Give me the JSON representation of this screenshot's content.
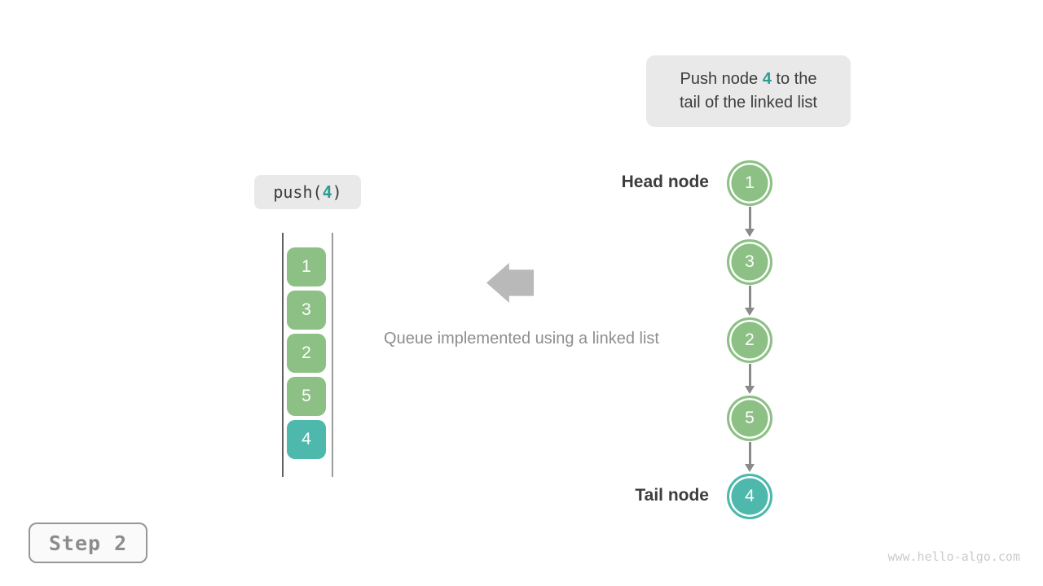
{
  "colors": {
    "green": "#8CC084",
    "teal": "#4DB8AB",
    "accent_text": "#2E9D90",
    "dark_text": "#3C3C3C",
    "caption_gray": "#8E8E8E",
    "block_arrow": "#B9B9B9",
    "connector": "#8A8A8A",
    "badge_bg": "#E9E9E9",
    "wall_left": "#5F5F5F",
    "wall_right": "#9B9B9B",
    "step_border": "#969696",
    "step_text": "#8C8C8C",
    "step_bg": "#FAFAFA",
    "watermark_gray": "#CBCBCB"
  },
  "annotation": {
    "prefix": "Push node ",
    "highlight": "4",
    "suffix": " to the",
    "line2": "tail of the linked list"
  },
  "operation": {
    "prefix": "push(",
    "arg": "4",
    "suffix": ")"
  },
  "stack": {
    "items": [
      {
        "value": "1"
      },
      {
        "value": "3"
      },
      {
        "value": "2"
      },
      {
        "value": "5"
      },
      {
        "value": "4"
      }
    ]
  },
  "caption": "Queue implemented using a linked list",
  "list": {
    "head_label": "Head node",
    "tail_label": "Tail node",
    "nodes": [
      {
        "value": "1"
      },
      {
        "value": "3"
      },
      {
        "value": "2"
      },
      {
        "value": "5"
      },
      {
        "value": "4"
      }
    ]
  },
  "step_label": "Step 2",
  "watermark": "www.hello-algo.com"
}
